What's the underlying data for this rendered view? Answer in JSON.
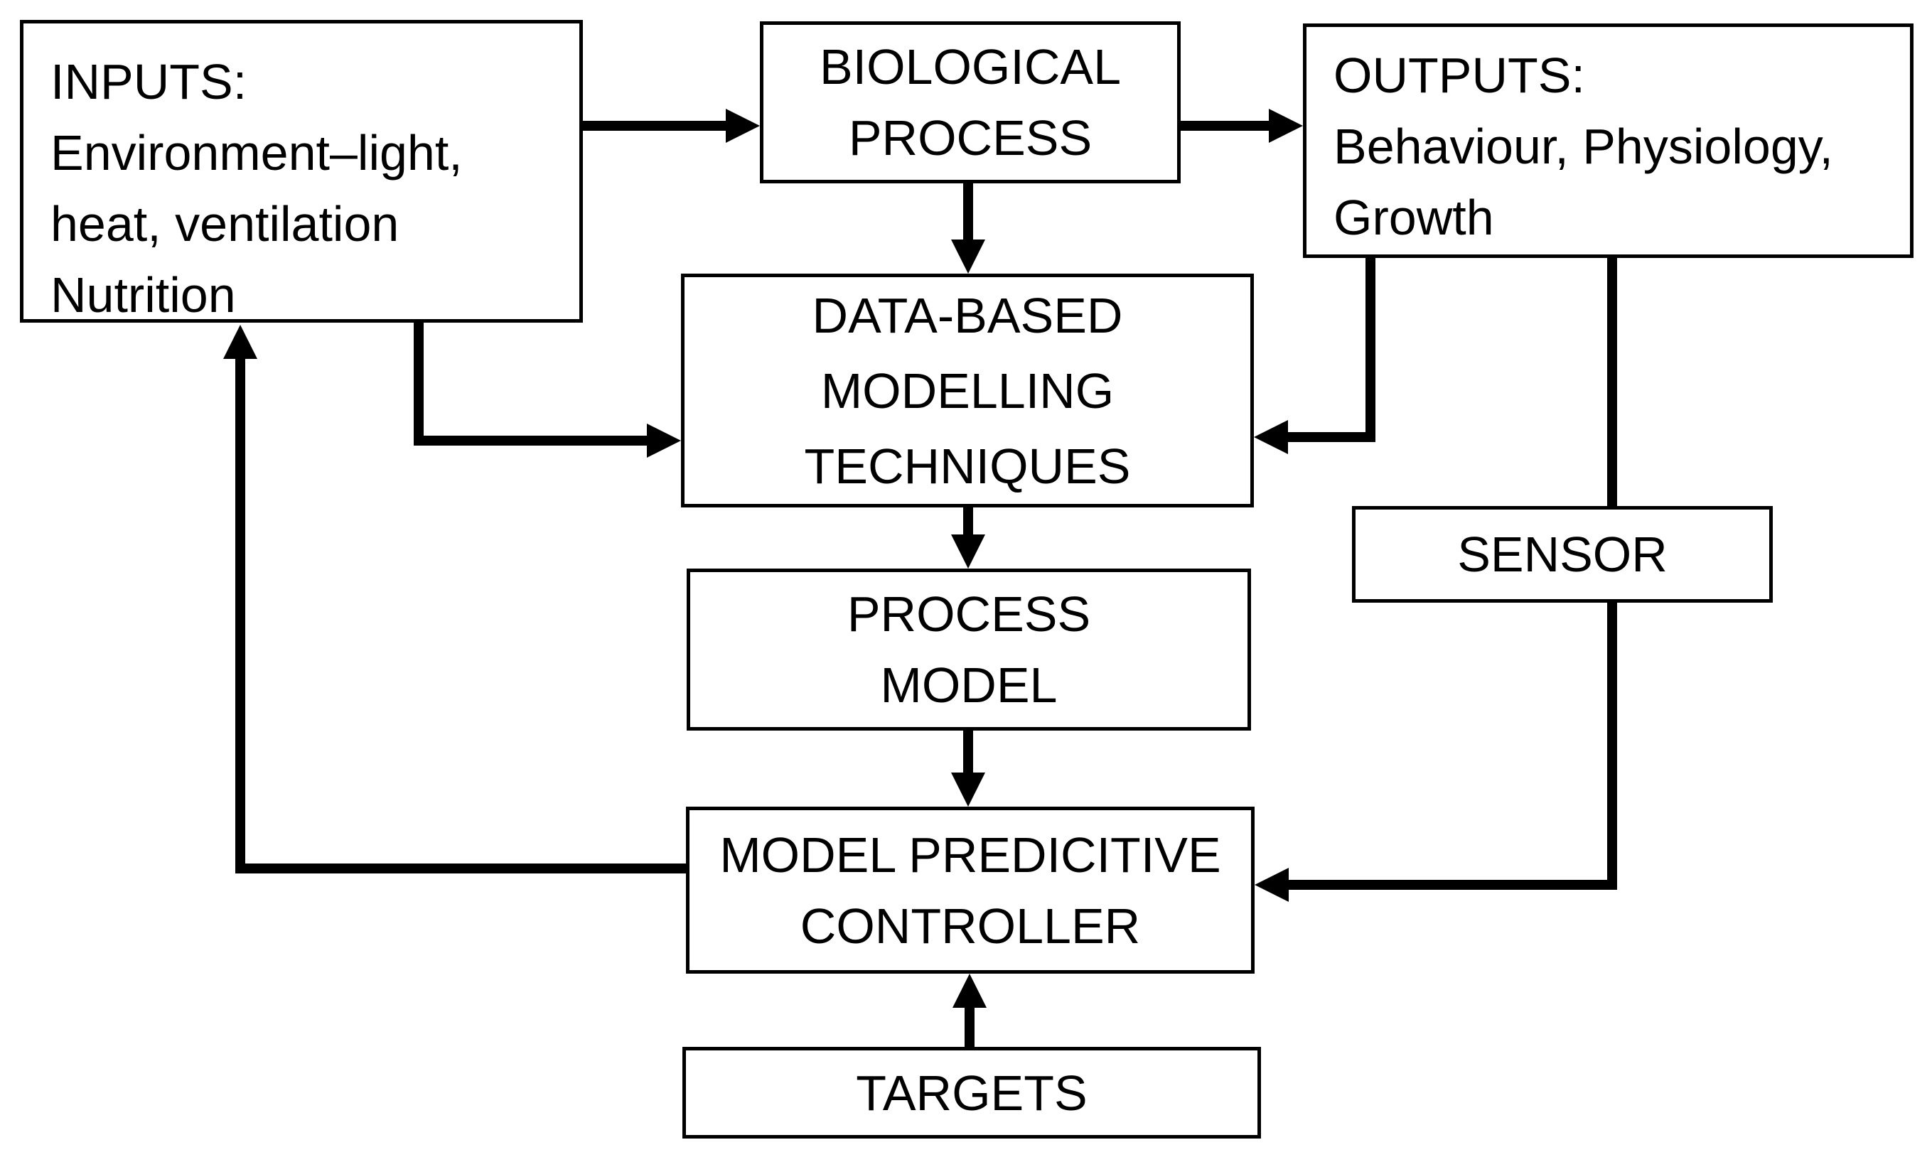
{
  "boxes": {
    "inputs": {
      "lines": [
        "INPUTS:",
        "Environment–light,",
        "heat, ventilation",
        "Nutrition"
      ]
    },
    "biological_process": {
      "lines": [
        "BIOLOGICAL",
        "PROCESS"
      ]
    },
    "outputs": {
      "lines": [
        "OUTPUTS:",
        "Behaviour, Physiology,",
        "Growth"
      ]
    },
    "data_based_modelling": {
      "lines": [
        "DATA-BASED",
        "MODELLING",
        "TECHNIQUES"
      ]
    },
    "sensor": {
      "lines": [
        "SENSOR"
      ]
    },
    "process_model": {
      "lines": [
        "PROCESS",
        "MODEL"
      ]
    },
    "model_predictive_controller": {
      "lines": [
        "MODEL PREDICITIVE",
        "CONTROLLER"
      ]
    },
    "targets": {
      "lines": [
        "TARGETS"
      ]
    }
  },
  "edges": [
    {
      "from": "inputs",
      "to": "biological_process"
    },
    {
      "from": "biological_process",
      "to": "outputs"
    },
    {
      "from": "biological_process",
      "to": "data_based_modelling"
    },
    {
      "from": "inputs",
      "to": "data_based_modelling"
    },
    {
      "from": "outputs",
      "to": "data_based_modelling"
    },
    {
      "from": "data_based_modelling",
      "to": "process_model"
    },
    {
      "from": "process_model",
      "to": "model_predictive_controller"
    },
    {
      "from": "outputs",
      "to": "model_predictive_controller",
      "via": "sensor"
    },
    {
      "from": "model_predictive_controller",
      "to": "inputs"
    },
    {
      "from": "targets",
      "to": "model_predictive_controller"
    }
  ],
  "colors": {
    "line": "#000000",
    "box_border": "#000000",
    "box_fill": "#ffffff",
    "background": "#ffffff",
    "text": "#000000"
  }
}
